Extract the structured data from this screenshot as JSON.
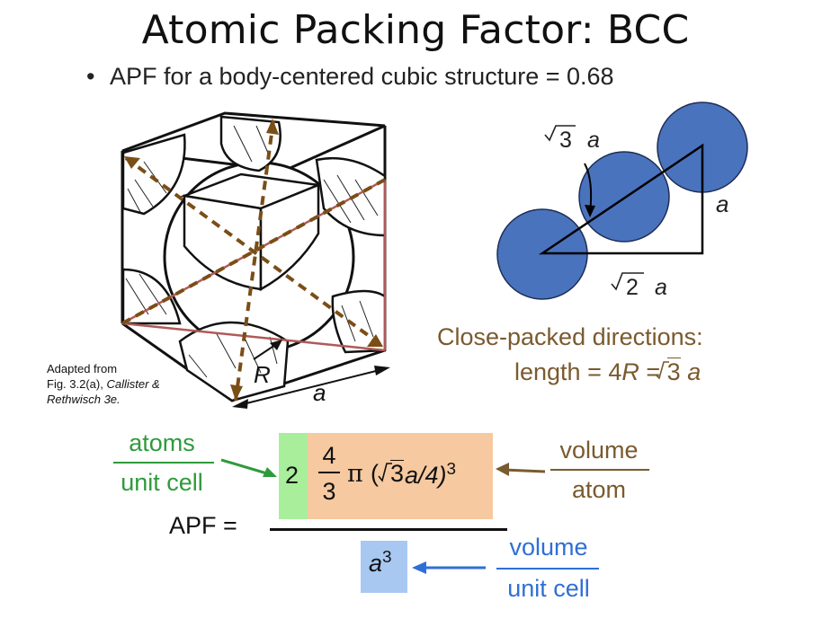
{
  "title": "Atomic Packing Factor:  BCC",
  "bullet": {
    "marker": "•",
    "text": "APF for a body-centered cubic structure = 0.68"
  },
  "credit": {
    "line1": "Adapted from",
    "line2_prefix": "Fig. 3.2(a), ",
    "line2_italic": "Callister &",
    "line3": "Rethwisch 3e."
  },
  "cube_figure": {
    "radius_label": "R",
    "edge_label": "a"
  },
  "packing_figure": {
    "body_diagonal_label_root": "3",
    "body_diagonal_label_var": "a",
    "vertical_label": "a",
    "face_diagonal_label_root": "2",
    "face_diagonal_label_var": "a"
  },
  "close_packed": {
    "title": "Close-packed directions:",
    "length_prefix": "length = 4",
    "length_R": "R",
    "length_eq": " = ",
    "length_root": "3",
    "length_var": "a"
  },
  "formula": {
    "apf_label": "APF =",
    "atoms_numerator": "atoms",
    "atoms_denominator": "unit cell",
    "count": "2",
    "fraction_numerator": "4",
    "fraction_denominator": "3",
    "pi": "π",
    "paren_open": "(",
    "root": "3",
    "root_expr": "a/4)",
    "exponent": "3",
    "volume_atom_numerator": "volume",
    "volume_atom_denominator": "atom",
    "denominator_base": "a",
    "denominator_exponent": "3",
    "volume_cell_numerator": "volume",
    "volume_cell_denominator": "unit cell"
  },
  "colors": {
    "green": "#2f9a3c",
    "brown": "#7a5a2e",
    "blue": "#2f6fd6",
    "atom_fill": "#4a73bd",
    "box_green": "#a9ee9b",
    "box_orange": "#f6c9a0",
    "box_blue": "#a8c8f2",
    "cube_diagonal_red": "#b05a58"
  }
}
